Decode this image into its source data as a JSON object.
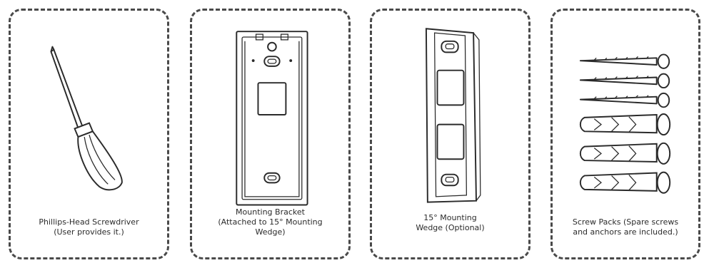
{
  "items": [
    {
      "caption": [
        "Phillips-Head Screwdriver",
        "(User provides it.)"
      ]
    },
    {
      "caption": [
        "Mounting Bracket",
        "(Attached to 15° Mounting",
        "Wedge)"
      ]
    },
    {
      "caption": [
        "15° Mounting",
        "Wedge (Optional)"
      ]
    },
    {
      "caption": [
        "Screw Packs (Spare screws",
        "and anchors are included.)"
      ]
    }
  ],
  "icons": [
    "screwdriver-icon",
    "mounting-bracket-icon",
    "mounting-wedge-icon",
    "screw-pack-icon"
  ],
  "colors": {
    "line": "#2a2a2a",
    "border": "#4a4a4a",
    "background": "#ffffff"
  }
}
